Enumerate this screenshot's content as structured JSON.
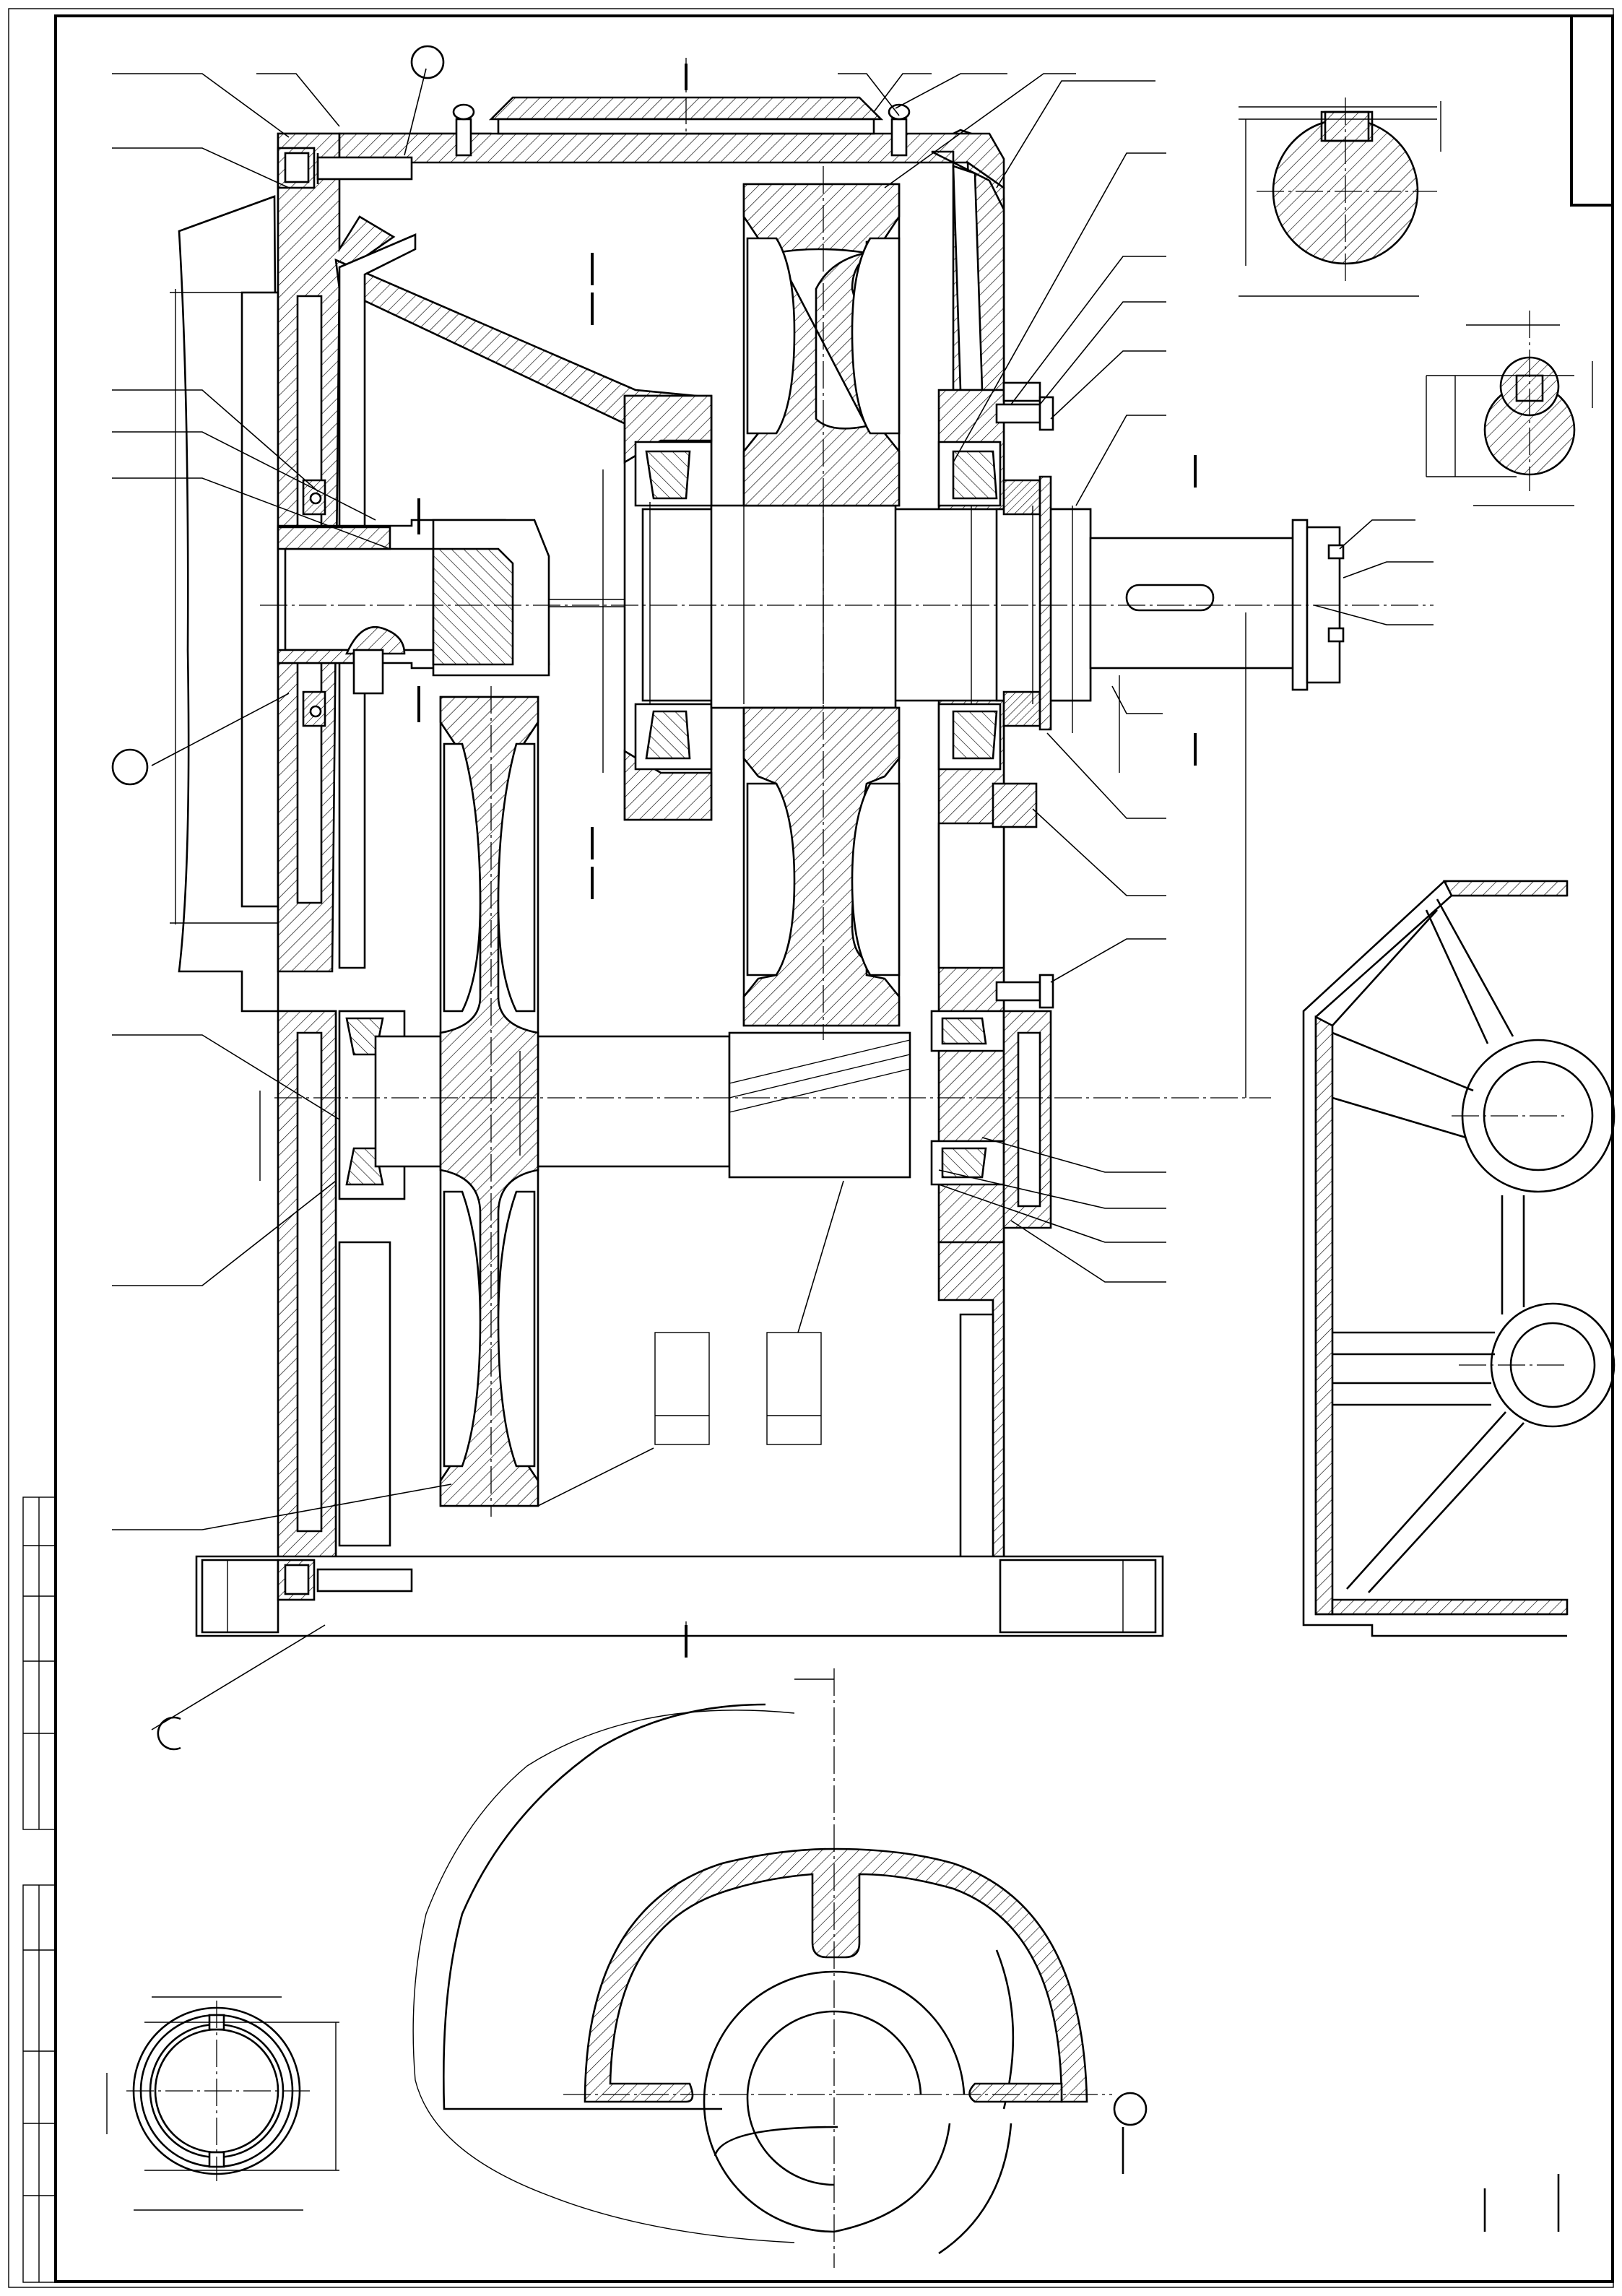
{
  "drawing": {
    "views": [
      "main-section-view",
      "keyed-shaft-section-large",
      "keyed-shaft-section-small",
      "housing-side-view",
      "housing-cover-view",
      "bearing-cap-view"
    ],
    "line_color": "#000000",
    "paper_color": "#ffffff",
    "icons": [
      "balloon-icon",
      "arrow-icon",
      "hatch-pattern-icon"
    ]
  }
}
